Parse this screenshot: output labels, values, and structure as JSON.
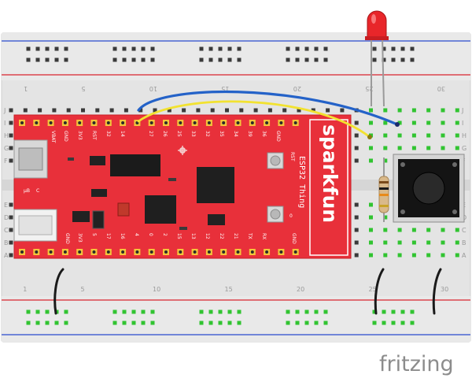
{
  "board": {
    "brand": "sparkfun",
    "model": "ESP32 Thing",
    "button_rst": "RST",
    "button_0": "0",
    "usb_left": "μB",
    "usb_right": "C",
    "top_pins": [
      "VBAT",
      "GND",
      "3V3",
      "RST",
      "32",
      "14",
      "27",
      "26",
      "25",
      "33",
      "32",
      "35",
      "34",
      "39",
      "36",
      "GND"
    ],
    "bottom_pins": [
      "GND",
      "3V3",
      "5",
      "17",
      "16",
      "4",
      "0",
      "2",
      "15",
      "13",
      "12",
      "22",
      "21",
      "TX",
      "RX",
      "GND"
    ]
  },
  "breadboard": {
    "row_letters_top": [
      "J",
      "I",
      "H",
      "G",
      "F"
    ],
    "row_letters_bottom": [
      "E",
      "D",
      "C",
      "B",
      "A"
    ],
    "column_numbers": [
      "1",
      "5",
      "10",
      "15",
      "20",
      "25",
      "30"
    ]
  },
  "watermark": "fritzing",
  "colors": {
    "breadboard": "#e6e6e6",
    "board_red": "#e8303a",
    "blue_wire": "#2462c8",
    "yellow_wire": "#f2e230",
    "led_red": "#e8262a",
    "rail_red": "#d9262e",
    "rail_blue": "#2a4ccf",
    "hole_green": "#31c431",
    "logo": "#8c8c8c"
  },
  "icons": [
    "fritzing-logo",
    "sparkfun-flame-icon",
    "pushbutton-icon",
    "led-icon",
    "resistor-icon"
  ]
}
